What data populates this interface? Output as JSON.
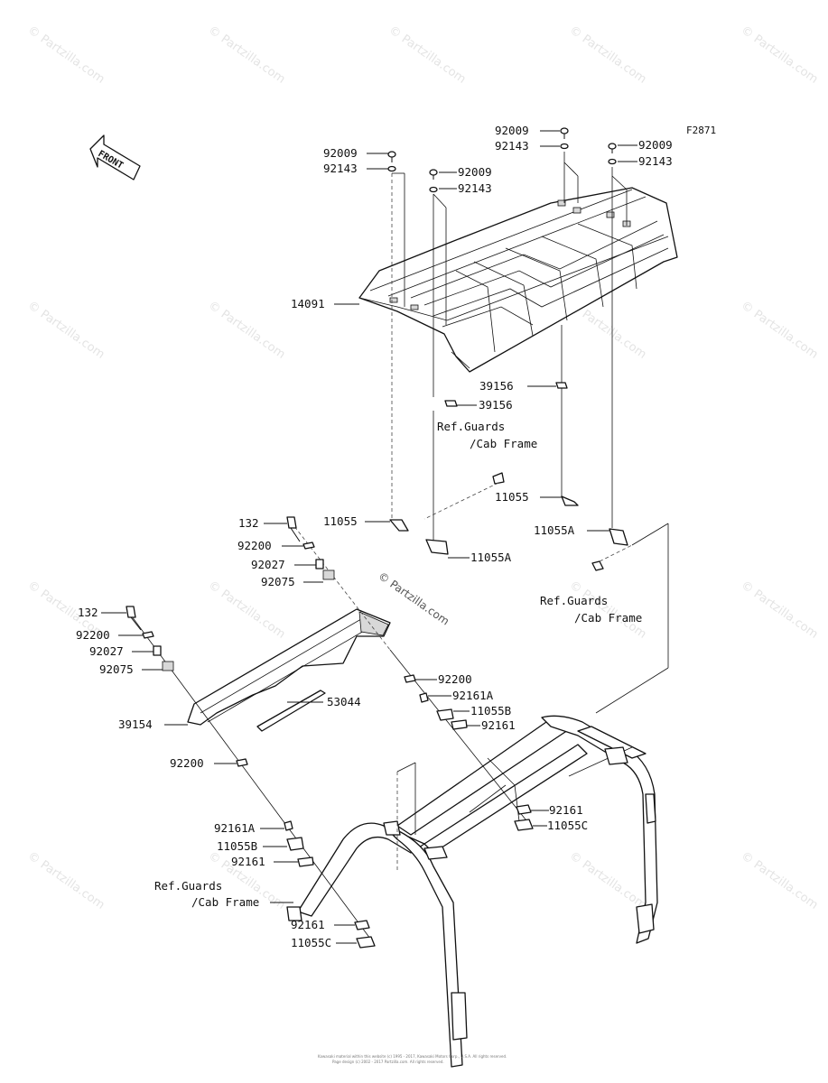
{
  "figure_code": "F2871",
  "front_arrow_label": "FRONT",
  "watermark": "© Partzilla.com",
  "copyright_line1": "Kawasaki material within this website (c) 1995 - 2017, Kawasaki Motors Corp., U.S.A. All rights reserved.",
  "copyright_line2": "Page design (c) 2002 - 2017 Partzilla.com. All rights reserved.",
  "labels": {
    "l_92009_a": "92009",
    "l_92143_a": "92143",
    "l_92009_b": "92009",
    "l_92143_b": "92143",
    "l_92009_c": "92009",
    "l_92143_c": "92143",
    "l_92009_d": "92009",
    "l_92143_d": "92143",
    "l_14091": "14091",
    "l_39156_a": "39156",
    "l_39156_b": "39156",
    "l_ref1_a": "Ref.Guards",
    "l_ref1_b": "/Cab Frame",
    "l_11055_a": "11055",
    "l_11055_b": "11055",
    "l_11055A_a": "11055A",
    "l_11055A_b": "11055A",
    "l_ref2_a": "Ref.Guards",
    "l_ref2_b": "/Cab Frame",
    "l_132_a": "132",
    "l_92200_a": "92200",
    "l_92027_a": "92027",
    "l_92075_a": "92075",
    "l_132_b": "132",
    "l_92200_b": "92200",
    "l_92027_b": "92027",
    "l_92075_b": "92075",
    "l_92200_c": "92200",
    "l_92161A_a": "92161A",
    "l_11055B_a": "11055B",
    "l_92161_a": "92161",
    "l_53044": "53044",
    "l_39154": "39154",
    "l_92200_d": "92200",
    "l_92161_b": "92161",
    "l_11055C_a": "11055C",
    "l_92161A_b": "92161A",
    "l_11055B_b": "11055B",
    "l_92161_c": "92161",
    "l_ref3_a": "Ref.Guards",
    "l_ref3_b": "/Cab Frame",
    "l_92161_d": "92161",
    "l_11055C_b": "11055C"
  }
}
